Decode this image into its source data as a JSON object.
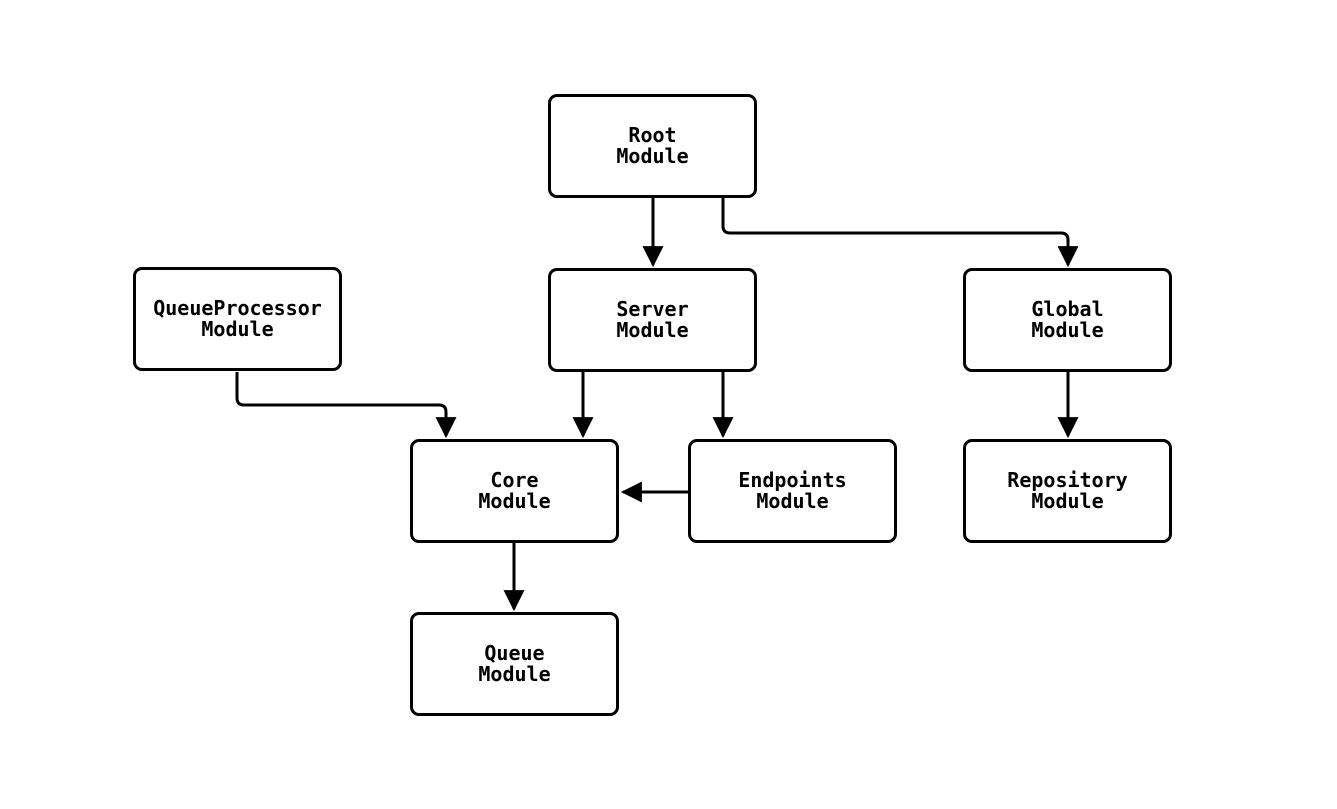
{
  "diagram": {
    "type": "module-dependency-flowchart",
    "background_color": "#ffffff",
    "node_fill_color": "#ffffff",
    "node_border_color": "#000000",
    "edge_color": "#000000",
    "text_color": "#000000",
    "nodes": {
      "root": {
        "line1": "Root",
        "line2": "Module"
      },
      "queue_processor": {
        "line1": "QueueProcessor",
        "line2": "Module"
      },
      "server": {
        "line1": "Server",
        "line2": "Module"
      },
      "global": {
        "line1": "Global",
        "line2": "Module"
      },
      "core": {
        "line1": "Core",
        "line2": "Module"
      },
      "endpoints": {
        "line1": "Endpoints",
        "line2": "Module"
      },
      "repository": {
        "line1": "Repository",
        "line2": "Module"
      },
      "queue": {
        "line1": "Queue",
        "line2": "Module"
      }
    },
    "edges": [
      {
        "from": "Root Module",
        "to": "Server Module"
      },
      {
        "from": "Root Module",
        "to": "Global Module"
      },
      {
        "from": "QueueProcessor Module",
        "to": "Core Module"
      },
      {
        "from": "Server Module",
        "to": "Core Module"
      },
      {
        "from": "Server Module",
        "to": "Endpoints Module"
      },
      {
        "from": "Endpoints Module",
        "to": "Core Module"
      },
      {
        "from": "Global Module",
        "to": "Repository Module"
      },
      {
        "from": "Core Module",
        "to": "Queue Module"
      }
    ]
  }
}
